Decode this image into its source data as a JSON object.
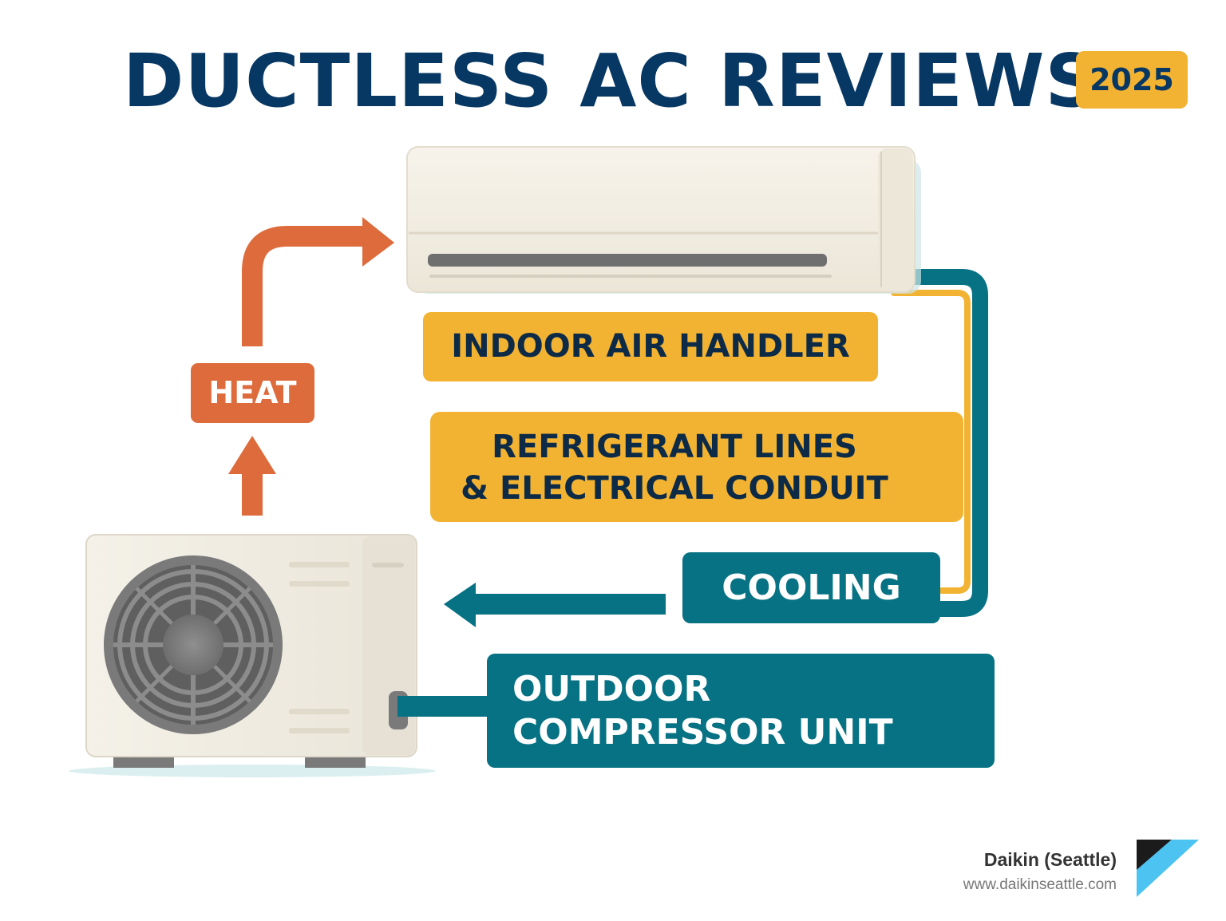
{
  "header": {
    "title": "DUCTLESS AC REVIEWS",
    "year_badge": "2025"
  },
  "labels": {
    "heat": "HEAT",
    "indoor": "INDOOR AIR HANDLER",
    "refrigerant_line1": "REFRIGERANT LINES",
    "refrigerant_line2": "& ELECTRICAL CONDUIT",
    "cooling": "COOLING",
    "outdoor_line1": "OUTDOOR",
    "outdoor_line2": "COMPRESSOR UNIT"
  },
  "branding": {
    "name": "Daikin (Seattle)",
    "url": "www.daikinseattle.com",
    "logo_icon": "daikin-logo-icon"
  },
  "colors": {
    "navy": "#073763",
    "amber": "#f3b332",
    "orange": "#dd6b3b",
    "teal": "#067283",
    "logo_blue": "#4cc3f1"
  },
  "icons": [
    "indoor-unit-icon",
    "outdoor-unit-icon",
    "fan-icon",
    "heat-arrow-icon",
    "cooling-arrow-icon",
    "daikin-logo-icon"
  ]
}
